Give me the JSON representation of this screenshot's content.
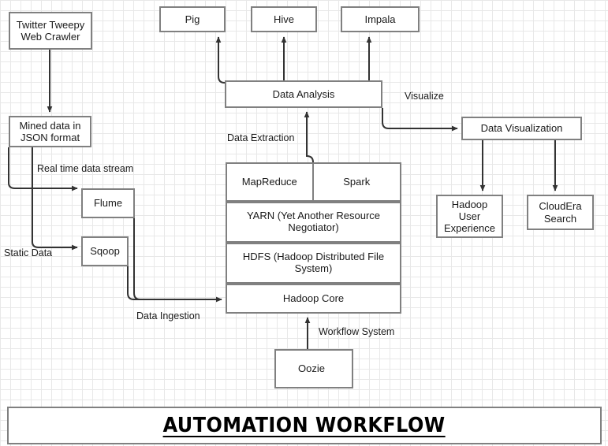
{
  "diagram": {
    "title": "Automation Workflow",
    "nodes": {
      "twitter_crawler": "Twitter Tweepy\nWeb Crawler",
      "twitter_crawler_line1": "Twitter Tweepy",
      "twitter_crawler_line2": "Web Crawler",
      "mined_data_line1": "Mined data in",
      "mined_data_line2": "JSON format",
      "flume": "Flume",
      "sqoop": "Sqoop",
      "pig": "Pig",
      "hive": "Hive",
      "impala": "Impala",
      "data_analysis": "Data Analysis",
      "data_visualization": "Data Visualization",
      "mapreduce": "MapReduce",
      "spark": "Spark",
      "yarn": "YARN (Yet Another Resource Negotiator)",
      "hdfs": "HDFS (Hadoop Distributed File System)",
      "hadoop_core": "Hadoop Core",
      "oozie": "Oozie",
      "hue_line1": "Hadoop",
      "hue_line2": "User",
      "hue_line3": "Experience",
      "cloudera_line1": "CloudEra",
      "cloudera_line2": "Search"
    },
    "edge_labels": {
      "real_time_data_stream": "Real time data stream",
      "static_data": "Static Data",
      "data_ingestion": "Data Ingestion",
      "data_extraction": "Data Extraction",
      "visualize": "Visualize",
      "workflow_system": "Workflow System"
    },
    "colors": {
      "box_border": "#808080",
      "connector": "#333333",
      "grid": "#e8e8e8",
      "text": "#1a1a1a",
      "banner_text": "#000000"
    }
  }
}
